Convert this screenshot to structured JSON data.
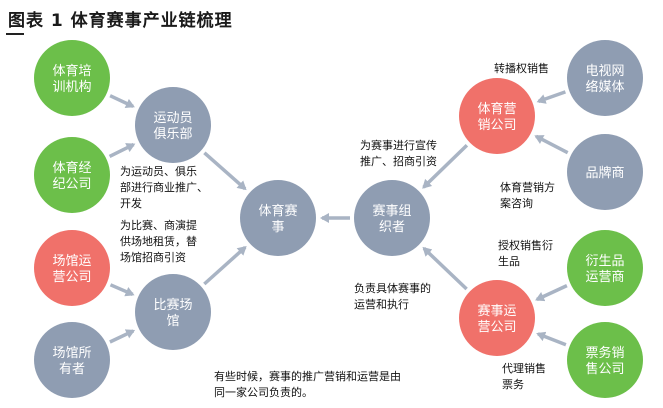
{
  "title": "图表 1  体育赛事产业链梳理",
  "colors": {
    "green": "#6cbf4a",
    "pink": "#f0716a",
    "gray": "#8f9db2",
    "arrow": "#a9b4c4"
  },
  "nodes": {
    "tiyu_peixun": {
      "lines": [
        "体育培",
        "训机构"
      ],
      "color": "green"
    },
    "tiyu_jingji": {
      "lines": [
        "体育经",
        "纪公司"
      ],
      "color": "green"
    },
    "changguan_yunying": {
      "lines": [
        "场馆运",
        "营公司"
      ],
      "color": "pink"
    },
    "changguan_suoyou": {
      "lines": [
        "场馆所",
        "有者"
      ],
      "color": "gray"
    },
    "yundongyuan_julebu": {
      "lines": [
        "运动员",
        "俱乐部"
      ],
      "color": "gray"
    },
    "bisai_changguan": {
      "lines": [
        "比赛场",
        "馆"
      ],
      "color": "gray"
    },
    "tiyu_saishi": {
      "lines": [
        "体育赛",
        "事"
      ],
      "color": "gray"
    },
    "saishi_zuzhizhe": {
      "lines": [
        "赛事组",
        "织者"
      ],
      "color": "gray"
    },
    "tiyu_yingxiao": {
      "lines": [
        "体育营",
        "销公司"
      ],
      "color": "pink"
    },
    "saishi_yunying": {
      "lines": [
        "赛事运",
        "营公司"
      ],
      "color": "pink"
    },
    "dianshi_meiti": {
      "lines": [
        "电视网",
        "络媒体"
      ],
      "color": "gray"
    },
    "pinpaishang": {
      "lines": [
        "品牌商"
      ],
      "color": "gray"
    },
    "yanshengpin": {
      "lines": [
        "衍生品",
        "运营商"
      ],
      "color": "green"
    },
    "piaowu_xiaoshou": {
      "lines": [
        "票务销",
        "售公司"
      ],
      "color": "green"
    }
  },
  "notes": {
    "julebu_tuiguang": [
      "为运动员、俱乐",
      "部进行商业推广、",
      "开发"
    ],
    "changdi_zulin": [
      "为比赛、商演提",
      "供场地租赁，替",
      "场馆招商引资"
    ],
    "xuanchuan": [
      "为赛事进行宣传",
      "推广、招商引资"
    ],
    "zhuanbo": [
      "转播权销售"
    ],
    "yingxiao_fangan": [
      "体育营销方",
      "案咨询"
    ],
    "shouquan": [
      "授权销售衍",
      "生品"
    ],
    "juti_zhixing": [
      "负责具体赛事的",
      "运营和执行"
    ],
    "daili_piaowu": [
      "代理销售",
      "票务"
    ],
    "bottom": [
      "有些时候，赛事的推广营销和运营是由",
      "同一家公司负责的。"
    ]
  }
}
